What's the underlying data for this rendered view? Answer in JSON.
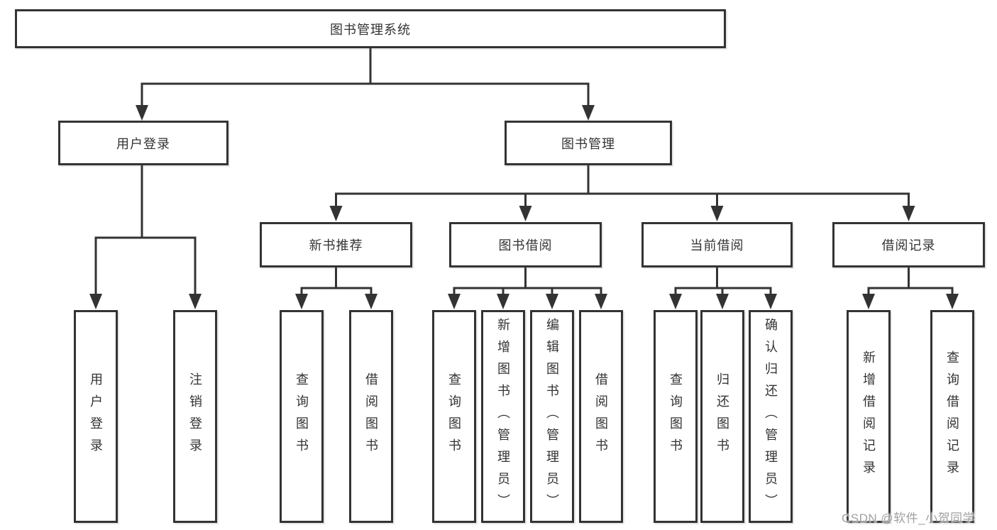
{
  "colors": {
    "line": "#333333",
    "text": "#333333",
    "watermark": "#a0a0a0",
    "background": "#ffffff"
  },
  "watermark": "CSDN @软件_小贺同学",
  "tree": {
    "root": {
      "label": "图书管理系统"
    },
    "branches": [
      {
        "label": "用户登录",
        "children": [
          "用户登录",
          "注销登录"
        ]
      },
      {
        "label": "图书管理",
        "groups": [
          {
            "label": "新书推荐",
            "children": [
              "查询图书",
              "借阅图书"
            ]
          },
          {
            "label": "图书借阅",
            "children": [
              "查询图书",
              "新增图书（管理员）",
              "编辑图书（管理员）",
              "借阅图书"
            ]
          },
          {
            "label": "当前借阅",
            "children": [
              "查询图书",
              "归还图书",
              "确认归还（管理员）"
            ]
          },
          {
            "label": "借阅记录",
            "children": [
              "新增借阅记录",
              "查询借阅记录"
            ]
          }
        ]
      }
    ]
  }
}
